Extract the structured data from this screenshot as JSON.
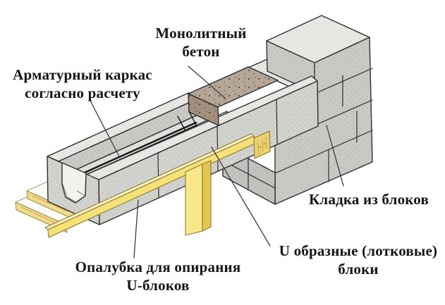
{
  "labels": {
    "monolithic_concrete_l1": "Монолитный",
    "monolithic_concrete_l2": "бетон",
    "rebar_l1": "Арматурный каркас",
    "rebar_l2": "согласно расчету",
    "masonry": "Кладка из блоков",
    "ublocks_l1": "U образные (лотковые)",
    "ublocks_l2": "блоки",
    "formwork_l1": "Опалубка для опирания",
    "formwork_l2": "U-блоков"
  },
  "colors": {
    "background": "#ffffff",
    "outline": "#2e2e2e",
    "leader": "#3c3c3c",
    "text": "#151515",
    "block_gray": "#d2d2cf",
    "block_mid": "#c9c9c6",
    "block_light": "#e8e8e5",
    "block_dark": "#c2c2bf",
    "floor": "#e0e0dd",
    "bright": "#f3f3f0",
    "cut": "#f1f1ee",
    "concrete_top": "#b5a698",
    "concrete_end": "#a28f7d",
    "wood_pale": "#fbf3c2",
    "wood_light": "#f6e178",
    "wood_mid": "#e5c44f",
    "wood_front": "#f8e88a",
    "wood_end": "#ecd16e",
    "plank_white": "#fdfdfa",
    "plank_edge": "#f0dc8c"
  }
}
